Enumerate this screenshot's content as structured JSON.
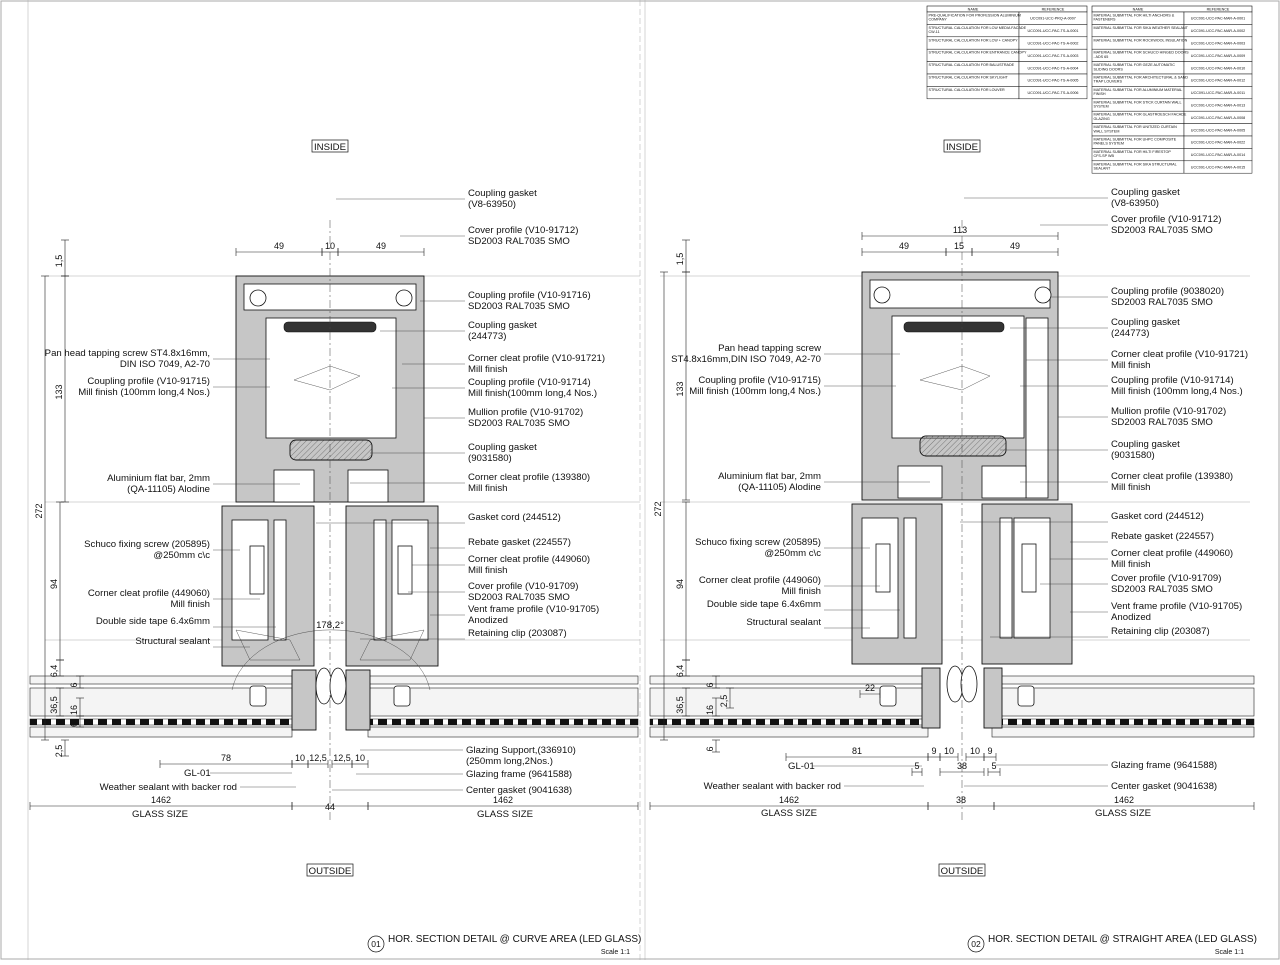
{
  "labels": {
    "inside": "INSIDE",
    "outside": "OUTSIDE",
    "glass_size": "GLASS SIZE",
    "gl01": "GL-01",
    "angle": "178,2°"
  },
  "drawing1": {
    "number": "01",
    "title": "HOR. SECTION DETAIL @ CURVE AREA (LED GLASS)",
    "scale": "Scale 1:1",
    "right_callouts": [
      {
        "l1": "Coupling gasket",
        "l2": "(V8-63950)"
      },
      {
        "l1": "Cover profile (V10-91712)",
        "l2": "SD2003 RAL7035 SMO"
      },
      {
        "l1": "Coupling profile (V10-91716)",
        "l2": "SD2003 RAL7035 SMO"
      },
      {
        "l1": "Coupling gasket",
        "l2": "(244773)"
      },
      {
        "l1": "Corner cleat profile (V10-91721)",
        "l2": "Mill finish"
      },
      {
        "l1": "Coupling profile (V10-91714)",
        "l2": "Mill finish(100mm long,4 Nos.)"
      },
      {
        "l1": "Mullion profile (V10-91702)",
        "l2": "SD2003 RAL7035 SMO"
      },
      {
        "l1": "Coupling gasket",
        "l2": "(9031580)"
      },
      {
        "l1": "Corner cleat profile (139380)",
        "l2": "Mill finish"
      },
      {
        "l1": "Gasket cord (244512)",
        "l2": ""
      },
      {
        "l1": "Rebate gasket (224557)",
        "l2": ""
      },
      {
        "l1": "Corner cleat profile (449060)",
        "l2": "Mill finish"
      },
      {
        "l1": "Cover profile (V10-91709)",
        "l2": "SD2003 RAL7035 SMO"
      },
      {
        "l1": "Vent frame profile (V10-91705)",
        "l2": "Anodized"
      },
      {
        "l1": "Retaining clip (203087)",
        "l2": ""
      }
    ],
    "left_callouts": [
      {
        "l1": "Pan head tapping screw ST4.8x16mm,",
        "l2": "DIN ISO 7049, A2-70"
      },
      {
        "l1": "Coupling profile (V10-91715)",
        "l2": "Mill finish (100mm long,4 Nos.)"
      },
      {
        "l1": "Aluminium flat bar, 2mm",
        "l2": "(QA-11105) Alodine"
      },
      {
        "l1": "Schuco fixing screw (205895)",
        "l2": "@250mm c\\c"
      },
      {
        "l1": "Corner cleat profile (449060)",
        "l2": "Mill finish"
      },
      {
        "l1": "Double side tape 6.4x6mm",
        "l2": ""
      },
      {
        "l1": "Structural sealant",
        "l2": ""
      }
    ],
    "bottom_left": [
      "Weather sealant with backer rod"
    ],
    "bottom_right": [
      "Glazing Support,(336910)",
      "(250mm long,2Nos.)",
      "Glazing frame (9641588)",
      "Center gasket (9041638)"
    ],
    "dims_top": [
      "49",
      "10",
      "49"
    ],
    "dims_left": [
      "1,5",
      "133",
      "272",
      "94",
      "6,4",
      "6",
      "36,5",
      "16",
      "6",
      "2,5"
    ],
    "dims_bottom": [
      "78",
      "10",
      "12,5",
      "12,5",
      "10",
      "1462",
      "44",
      "1462"
    ]
  },
  "drawing2": {
    "number": "02",
    "title": "HOR. SECTION DETAIL @ STRAIGHT AREA (LED GLASS)",
    "scale": "Scale 1:1",
    "right_callouts": [
      {
        "l1": "Coupling gasket",
        "l2": "(V8-63950)"
      },
      {
        "l1": "Cover profile (V10-91712)",
        "l2": "SD2003 RAL7035 SMO"
      },
      {
        "l1": "Coupling profile (9038020)",
        "l2": "SD2003 RAL7035 SMO"
      },
      {
        "l1": "Coupling gasket",
        "l2": "(244773)"
      },
      {
        "l1": "Corner cleat profile (V10-91721)",
        "l2": "Mill finish"
      },
      {
        "l1": "Coupling profile (V10-91714)",
        "l2": "Mill finish (100mm long,4 Nos.)"
      },
      {
        "l1": "Mullion profile (V10-91702)",
        "l2": "SD2003 RAL7035 SMO"
      },
      {
        "l1": "Coupling gasket",
        "l2": "(9031580)"
      },
      {
        "l1": "Corner cleat profile (139380)",
        "l2": "Mill finish"
      },
      {
        "l1": "Gasket cord (244512)",
        "l2": ""
      },
      {
        "l1": "Rebate gasket (224557)",
        "l2": ""
      },
      {
        "l1": "Corner cleat profile (449060)",
        "l2": "Mill finish"
      },
      {
        "l1": "Cover profile (V10-91709)",
        "l2": "SD2003 RAL7035 SMO"
      },
      {
        "l1": "Vent frame profile (V10-91705)",
        "l2": "Anodized"
      },
      {
        "l1": "Retaining clip (203087)",
        "l2": ""
      }
    ],
    "left_callouts": [
      {
        "l1": "Pan head tapping screw",
        "l2": "ST4.8x16mm,DIN ISO 7049, A2-70"
      },
      {
        "l1": "Coupling profile (V10-91715)",
        "l2": "Mill finish (100mm long,4 Nos.)"
      },
      {
        "l1": "Aluminium flat bar, 2mm",
        "l2": "(QA-11105) Alodine"
      },
      {
        "l1": "Schuco fixing screw (205895)",
        "l2": "@250mm c\\c"
      },
      {
        "l1": "Corner cleat profile (449060)",
        "l2": "Mill finish"
      },
      {
        "l1": "Double side tape 6.4x6mm",
        "l2": ""
      },
      {
        "l1": "Structural sealant",
        "l2": ""
      }
    ],
    "bottom_left": [
      "Weather sealant with backer rod"
    ],
    "bottom_right": [
      "Glazing frame (9641588)",
      "Center gasket (9041638)"
    ],
    "dims_top": [
      "113",
      "49",
      "15",
      "49"
    ],
    "dims_left": [
      "1,5",
      "133",
      "272",
      "94",
      "6,4",
      "6",
      "36,5",
      "16",
      "2,5",
      "6"
    ],
    "dims_bottom": [
      "22",
      "81",
      "9",
      "10",
      "10",
      "9",
      "5",
      "38",
      "5",
      "1462",
      "38",
      "1462"
    ]
  },
  "reference_table": {
    "header": [
      "NAME",
      "REFERENCE",
      "NAME",
      "REFERENCE"
    ],
    "left_rows": [
      [
        "PRE-QUALIFICATION FOR PROFESSION ALUMINIUM COMPANY",
        "UCC091-UCC-PRQ-A-0007"
      ],
      [
        "STRUCTURAL CALCULATION FOR LCW MEDIA FACADE CW-11",
        "UCC091-UCC-PAC-TS-A-0001"
      ],
      [
        "STRUCTURAL CALCULATION FOR LCW + CANOPY",
        "UCC091-UCC-PAC-TS-A-0002"
      ],
      [
        "STRUCTURAL CALCULATION FOR ENTRANCE CANOPY",
        "UCC091-UCC-PAC-TS-A-0003"
      ],
      [
        "STRUCTURAL CALCULATION FOR BALUSTRADE",
        "UCC091-UCC-PAC-TS-A-0004"
      ],
      [
        "STRUCTURAL CALCULATION FOR SKYLIGHT",
        "UCC091-UCC-PAC-TS-A-0005"
      ],
      [
        "STRUCTURAL CALCULATION FOR LOUVER",
        "UCC091-UCC-PAC-TS-A-0006"
      ]
    ],
    "right_rows": [
      [
        "MATERIAL SUBMITTAL FOR HILTI ANCHORS & FASTENERS",
        "UCC091-UCC-PAC-MAR-A-0001"
      ],
      [
        "MATERIAL SUBMITTAL FOR SIKA WEATHER SEALANT",
        "UCC091-UCC-PAC-MAR-A-0002"
      ],
      [
        "MATERIAL SUBMITTAL FOR ROCKWOOL INSULATION",
        "UCC091-UCC-PAC-MAR-A-0003"
      ],
      [
        "MATERIAL SUBMITTAL FOR SCHUCO HINGED DOORS - ADS 65",
        "UCC091-UCC-PAC-MAR-A-0009"
      ],
      [
        "MATERIAL SUBMITTAL FOR GEZE AUTOMATIC SLIDING DOORS",
        "UCC091-UCC-PAC-MAR-A-0010"
      ],
      [
        "MATERIAL SUBMITTAL FOR ARCHITECTURAL & SAND TRAP LOUVERS",
        "UCC091-UCC-PAC-MAR-A-0012"
      ],
      [
        "MATERIAL SUBMITTAL FOR ALUMINIUM MATERIAL FINISH",
        "UCC091-UCC-PAC-MAR-A-0011"
      ],
      [
        "MATERIAL SUBMITTAL FOR STICK CURTAIN WALL SYSTEM",
        "UCC091-UCC-PAC-MAR-A-0013"
      ],
      [
        "MATERIAL SUBMITTAL FOR GLASTROESCH FACADE GLAZING",
        "UCC091-UCC-PAC-MAR-A-0008"
      ],
      [
        "MATERIAL SUBMITTAL FOR UNITIZED CURTAIN WALL SYSTEM",
        "UCC091-UCC-PAC-MAR-A-0005"
      ],
      [
        "MATERIAL SUBMITTAL FOR UHPC COMPOSITE PANELS SYSTEM",
        "UCC091-UCC-PAC-MAR-A-0022"
      ],
      [
        "MATERIAL SUBMITTAL FOR HILTI FIRESTOP CFS-SP WB",
        "UCC091-UCC-PAC-MAR-A-0014"
      ],
      [
        "MATERIAL SUBMITTAL FOR SIKA STRUCTURAL SEALANT",
        "UCC091-UCC-PAC-MAR-A-0015"
      ]
    ]
  }
}
